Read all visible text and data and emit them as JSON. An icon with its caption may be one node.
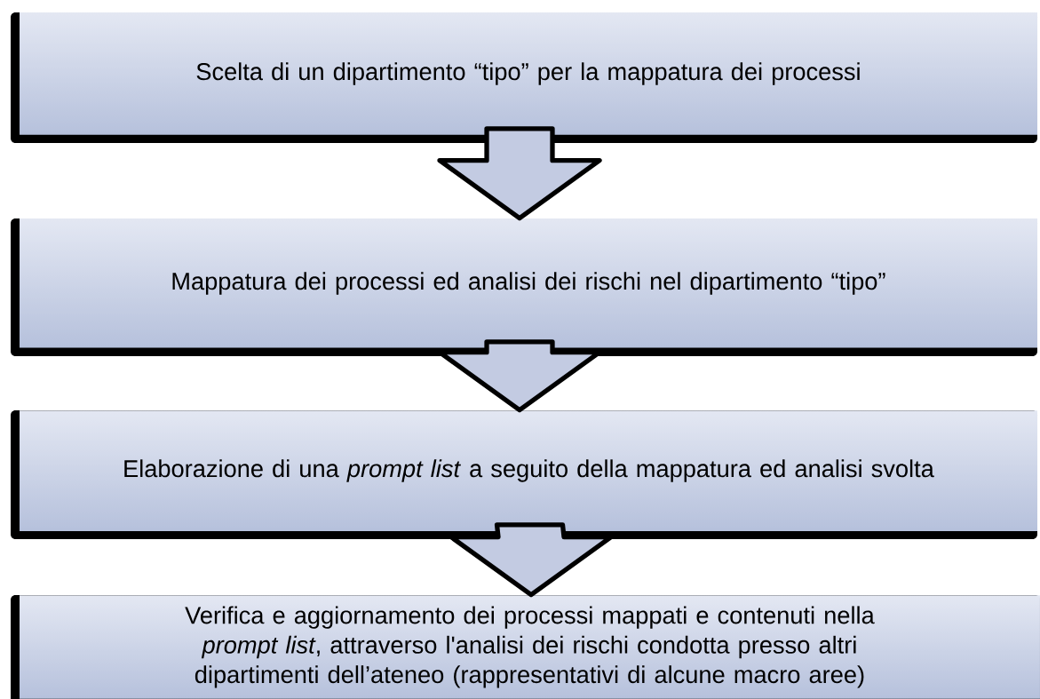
{
  "diagram": {
    "nodes": [
      {
        "text": [
          "Scelta di un dipartimento “tipo” per la mappatura dei processi"
        ]
      },
      {
        "text": [
          "Mappatura dei processi ed analisi dei rischi nel dipartimento “tipo”"
        ]
      },
      {
        "text": [
          "Elaborazione di una *prompt list* a seguito della mappatura ed analisi svolta"
        ]
      },
      {
        "text": [
          "Verifica e aggiornamento dei processi mappati e contenuti nella *prompt list*, attraverso l'analisi dei rischi condotta presso altri dipartimenti dell’ateneo (rappresentativi di alcune macro aree)"
        ]
      }
    ],
    "edges": [
      {
        "from": 0,
        "to": 1,
        "arrow": "to"
      },
      {
        "from": 1,
        "to": 2,
        "arrow": "to"
      },
      {
        "from": 2,
        "to": 3,
        "arrow": "to"
      }
    ]
  }
}
